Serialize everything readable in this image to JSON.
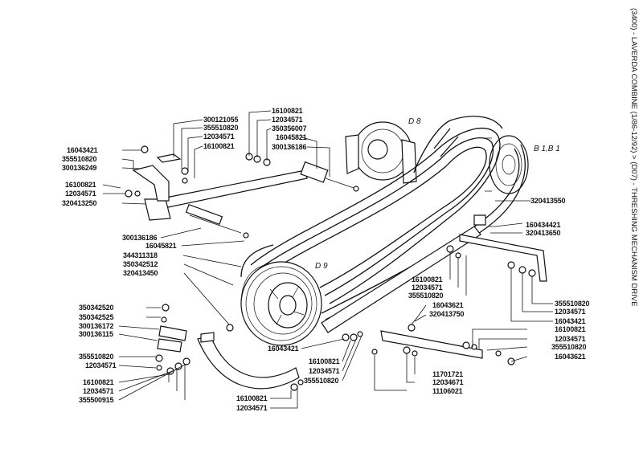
{
  "title": "(3400) - LAVERDA COMBINE (1/86-12/92) > (D07) - THRESHING MECHANISM DRIVE",
  "references": {
    "d8": "D 8",
    "d9": "D 9",
    "b1b1": "B 1,B 1"
  },
  "labels": {
    "l01": "300121055",
    "l02": "355510820",
    "l03": "12034571",
    "l04": "16100821",
    "l05": "16043421",
    "l06": "355510820",
    "l07": "300136249",
    "l08": "16100821",
    "l09": "12034571",
    "l10": "320413250",
    "l11": "16100821",
    "l12": "12034571",
    "l13": "350356007",
    "l14": "16045821",
    "l15": "300136186",
    "l16": "300136186",
    "l17": "16045821",
    "l18": "344311318",
    "l19": "350342512",
    "l20": "320413450",
    "l21": "320413550",
    "l22": "160434421",
    "l23": "320413650",
    "l24": "16100821",
    "l25": "12034571",
    "l26": "355510820",
    "l27": "16043621",
    "l28": "320413750",
    "l29": "355510820",
    "l30": "12034571",
    "l31": "16043421",
    "l32": "16100821",
    "l33": "12034571",
    "l34": "355510820",
    "l35": "16043621",
    "l36": "350342520",
    "l37": "350342525",
    "l38": "300136172",
    "l39": "300136115",
    "l40": "355510820",
    "l41": "12034571",
    "l42": "16100821",
    "l43": "12034571",
    "l44": "355500915",
    "l45": "16043421",
    "l46": "16100821",
    "l47": "12034571",
    "l48": "355510820",
    "l49": "11701721",
    "l50": "12034671",
    "l51": "11106021",
    "l52": "16100821",
    "l53": "12034571"
  }
}
